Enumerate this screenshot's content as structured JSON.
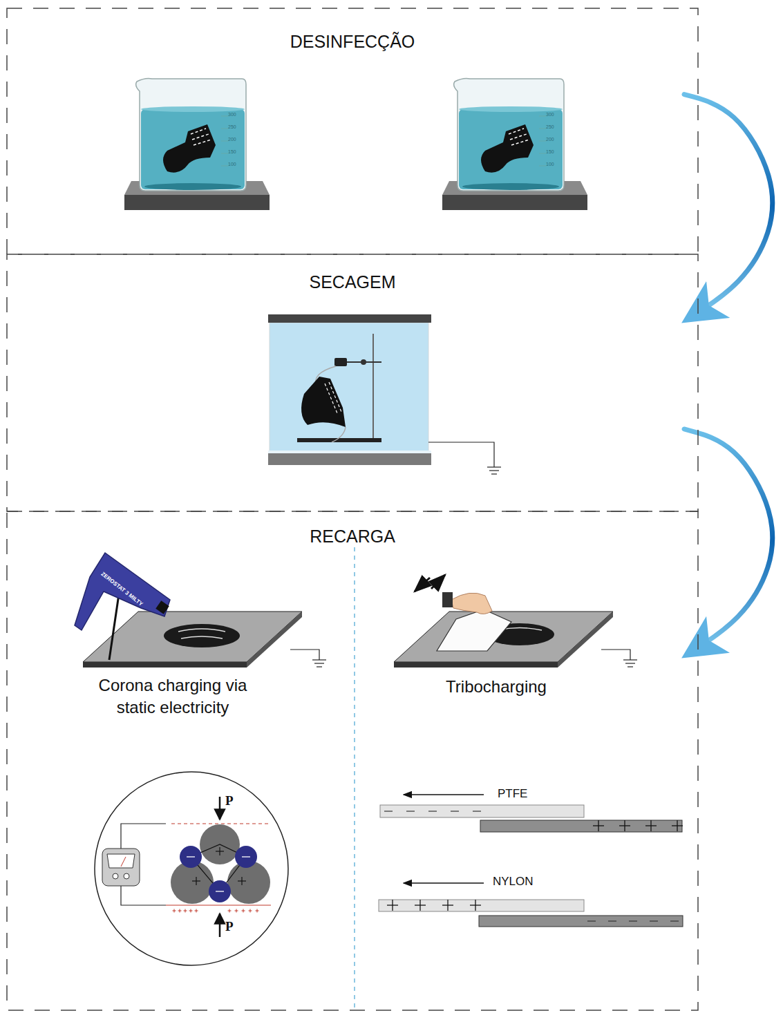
{
  "diagram": {
    "nodes": [
      {
        "text": [
          "DESINFECÇÃO"
        ]
      },
      {
        "text": [
          "SECAGEM"
        ]
      },
      {
        "text": [
          "RECARGA"
        ]
      }
    ],
    "edges": [
      {
        "from": 0,
        "to": 1,
        "arrow": "to"
      },
      {
        "from": 1,
        "to": 2,
        "arrow": "to"
      }
    ],
    "labels": [
      "Corona charging via static electricity",
      "Tribocharging",
      "PTFE",
      "NYLON",
      "P",
      "P",
      "ZEROSTAT 3 MILTY",
      "300",
      "250",
      "200",
      "150",
      "100",
      "300",
      "250",
      "200",
      "150",
      "100"
    ]
  }
}
